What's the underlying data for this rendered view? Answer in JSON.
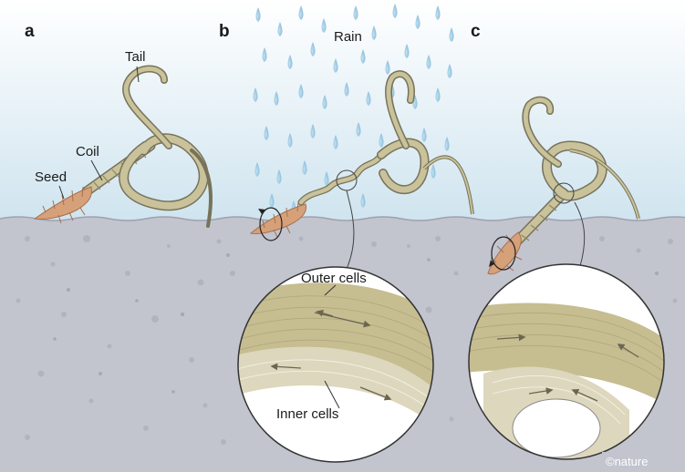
{
  "panels": {
    "a": {
      "letter": "a",
      "tail": "Tail",
      "coil": "Coil",
      "seed": "Seed"
    },
    "b": {
      "letter": "b",
      "rain": "Rain",
      "outer_cells": "Outer cells",
      "inner_cells": "Inner cells"
    },
    "c": {
      "letter": "c"
    }
  },
  "credit": "©nature",
  "colors": {
    "sky_top": "#ffffff",
    "sky_bottom": "#cfe4ef",
    "soil": "#c2c4ce",
    "rain": "#8fc4e2",
    "awn": "#c9c29a",
    "awn_outline": "#77735a",
    "seed": "#d6a079",
    "tissue": "#c6bd91",
    "inner_tissue": "#ddd7bd",
    "arrow": "#6b6650"
  }
}
